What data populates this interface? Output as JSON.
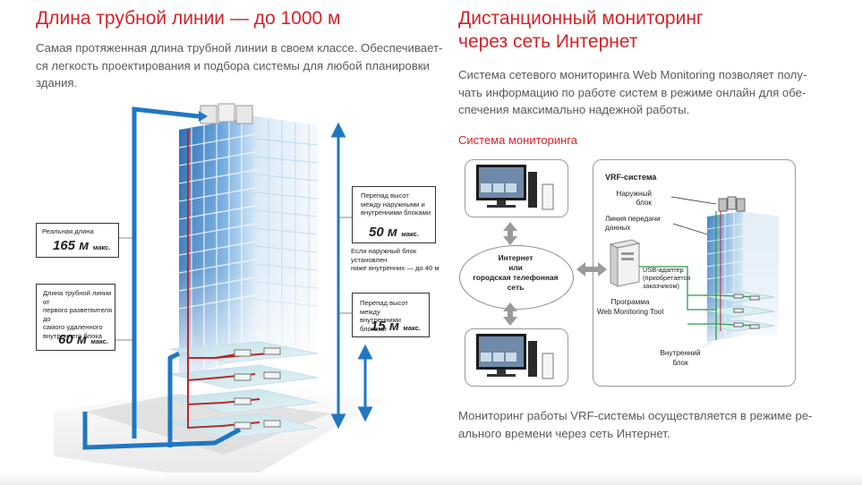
{
  "left": {
    "title": "Длина трубной линии — до 1000 м",
    "paragraph_lines": [
      "Самая протяженная длина трубной линии в своем классе. Обеспечивает-",
      "ся легкость проектирования и подбора системы для любой планировки",
      "здания."
    ],
    "callouts": {
      "real_length": {
        "label": "Реальная длина",
        "value": "165 м",
        "suffix": "макс."
      },
      "branch_length": {
        "label_lines": [
          "Длина трубной линии от",
          "первого разветвителя до",
          "самого удаленного",
          "внутреннего блока"
        ],
        "value": "60 м",
        "suffix": "макс."
      },
      "height_outdoor_indoor": {
        "label_lines": [
          "Перепад высот",
          "между наружными и",
          "внутренними блоками"
        ],
        "value": "50 м",
        "suffix": "макс.",
        "note_lines": [
          "Если наружный блок установлен",
          "ниже внутренних — до 40 м"
        ]
      },
      "height_indoor_indoor": {
        "label_lines": [
          "Перепад высот между",
          "внутренними блоками"
        ],
        "value": "15 м",
        "suffix": "макс."
      }
    }
  },
  "right": {
    "title_lines": [
      "Дистанционный мониторинг",
      "через сеть Интернет"
    ],
    "paragraph_lines": [
      "Система сетевого мониторинга Web Monitoring позволяет полу-",
      "чать информацию по работе систем в режиме онлайн для обе-",
      "спечения максимально надежной работы."
    ],
    "subtitle": "Система мониторинга",
    "diagram": {
      "network_lines": [
        "Интернет",
        "или",
        "городская телефонная",
        "сеть"
      ],
      "vrf_title": "VRF-система",
      "outdoor_unit_lines": [
        "Наружный",
        "блок"
      ],
      "data_line_lines": [
        "Линия передачи",
        "данных"
      ],
      "usb_lines": [
        "USB-адаптер",
        "(приобретается",
        "заказчиком)"
      ],
      "program_lines": [
        "Программа",
        "Web Monitoring Tool"
      ],
      "indoor_unit_lines": [
        "Внутренний",
        "блок"
      ]
    },
    "footer_lines": [
      "Мониторинг работы VRF-системы осуществляется в режиме ре-",
      "ального времени через сеть Интернет."
    ]
  }
}
